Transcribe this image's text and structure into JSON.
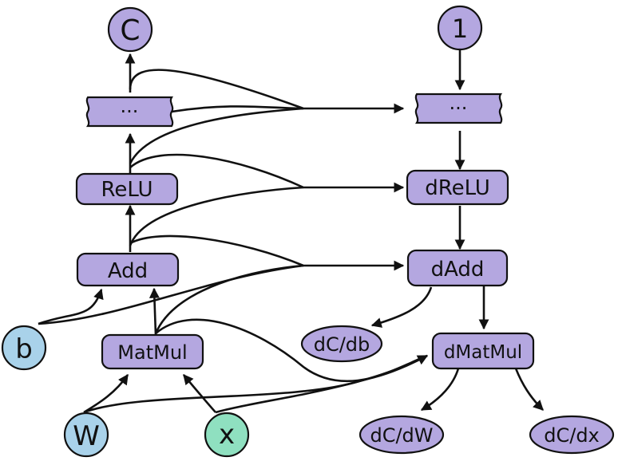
{
  "colors": {
    "op": "#b4a7e0",
    "input": "#a9d2ea",
    "input_x": "#8fe0c0",
    "stroke": "#111111",
    "background": "#ffffff"
  },
  "forward": {
    "cost": "C",
    "ellipsis": "···",
    "relu": "ReLU",
    "add": "Add",
    "matmul": "MatMul",
    "b": "b",
    "w": "W",
    "x": "x"
  },
  "backward": {
    "one": "1",
    "ellipsis": "···",
    "drelu": "dReLU",
    "dadd": "dAdd",
    "dcdb": "dC/db",
    "dmatmul": "dMatMul",
    "dcdw": "dC/dW",
    "dcdx": "dC/dx"
  }
}
